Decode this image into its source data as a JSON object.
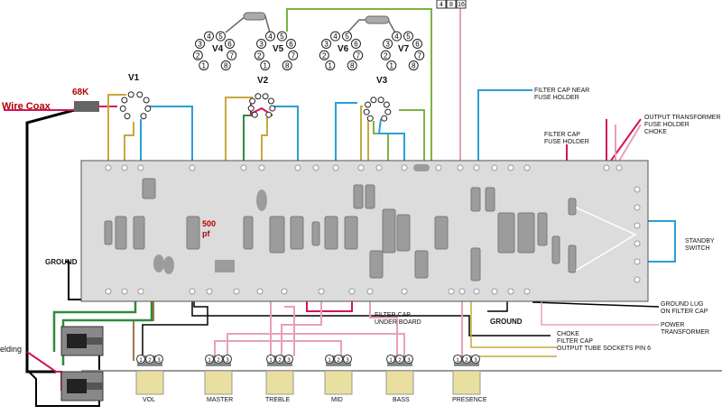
{
  "tubes": {
    "v1": "V1",
    "v2": "V2",
    "v3": "V3",
    "v4": "V4",
    "v5": "V5",
    "v6": "V6",
    "v7": "V7"
  },
  "pins": [
    "1",
    "2",
    "3",
    "4",
    "5",
    "6",
    "7",
    "8"
  ],
  "labels": {
    "resistor": "68K",
    "wire_coax": "Wire Coax",
    "cap": "500\npf",
    "ground_left": "GROUND",
    "ground_bottom": "GROUND",
    "shielding": "elding",
    "filter_cap_near_fuse": "FILTER CAP NEAR\nFUSE HOLDER",
    "filter_cap_fuse": "FILTER CAP\nFUSE HOLDER",
    "output_transformer": "OUTPUT TRANSFORMER\nFUSE HOLDER\nCHOKE",
    "standby": "STANDBY\nSWITCH",
    "ground_lug": "GROUND LUG\nON FILTER CAP",
    "power_transformer": "POWER\nTRANSFORMER",
    "filter_cap_under": "FILTER CAP\nUNDER BOARD",
    "choke_list": "CHOKE\nFILTER CAP\nOUTPUT TUBE SOCKETS PIN 6"
  },
  "pots": [
    "VOL",
    "MASTER",
    "TREBLE",
    "MID",
    "BASS",
    "PRESENCE"
  ],
  "pot_lugs": [
    "1",
    "2",
    "3"
  ],
  "top_connector": [
    "4",
    "8",
    "16"
  ],
  "colors": {
    "board": "#dcdcdc",
    "red": "#d4145a",
    "yellow": "#c8a83c",
    "blue": "#2a9fd6",
    "green": "#2e8b3c",
    "lgreen": "#7cb342",
    "pink": "#e8a0b8",
    "brown": "#a0764a",
    "black": "#000000"
  }
}
